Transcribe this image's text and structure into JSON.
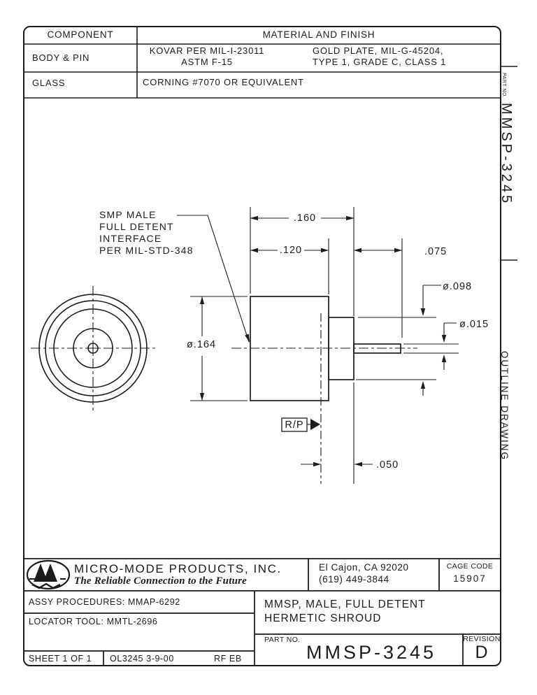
{
  "materials_table": {
    "headers": [
      "COMPONENT",
      "MATERIAL AND FINISH"
    ],
    "rows": [
      {
        "component": "BODY & PIN",
        "material": [
          "KOVAR PER MIL-I-23011",
          "ASTM F-15"
        ],
        "finish": [
          "GOLD PLATE, MIL-G-45204,",
          "TYPE 1, GRADE C, CLASS 1"
        ]
      },
      {
        "component": "GLASS",
        "material": [
          "CORNING #7070 OR EQUIVALENT"
        ]
      }
    ]
  },
  "right_margin": {
    "part_no_label": "PART NO.",
    "part_no": "MMSP-3245",
    "drawing_type": "OUTLINE DRAWING"
  },
  "drawing": {
    "callout_lines": [
      "SMP MALE",
      "FULL DETENT",
      "INTERFACE",
      "PER MIL-STD-348"
    ],
    "dim_160": ".160",
    "dim_120": ".120",
    "dim_075": ".075",
    "dia_098": "ø.098",
    "dia_015": "ø.015",
    "dia_164": "ø.164",
    "dim_050": ".050",
    "datum_flag": "R/P"
  },
  "title_block": {
    "company": "MICRO-MODE PRODUCTS, INC.",
    "tagline": "The Reliable Connection to the Future",
    "address_line1": "El Cajon, CA  92020",
    "address_line2": "(619) 449-3844",
    "cage_code_label": "CAGE CODE",
    "cage_code": "15907",
    "assy_procedures": "ASSY PROCEDURES: MMAP-6292",
    "locator_tool": "LOCATOR TOOL: MMTL-2696",
    "sheet": "SHEET 1 OF 1",
    "doc_ref": "OL3245 3-9-00",
    "initials": "RF EB",
    "title_line1": "MMSP, MALE, FULL DETENT",
    "title_line2": "HERMETIC SHROUD",
    "part_no_label": "PART NO.",
    "part_no": "MMSP-3245",
    "revision_label": "REVISION",
    "revision": "D"
  }
}
